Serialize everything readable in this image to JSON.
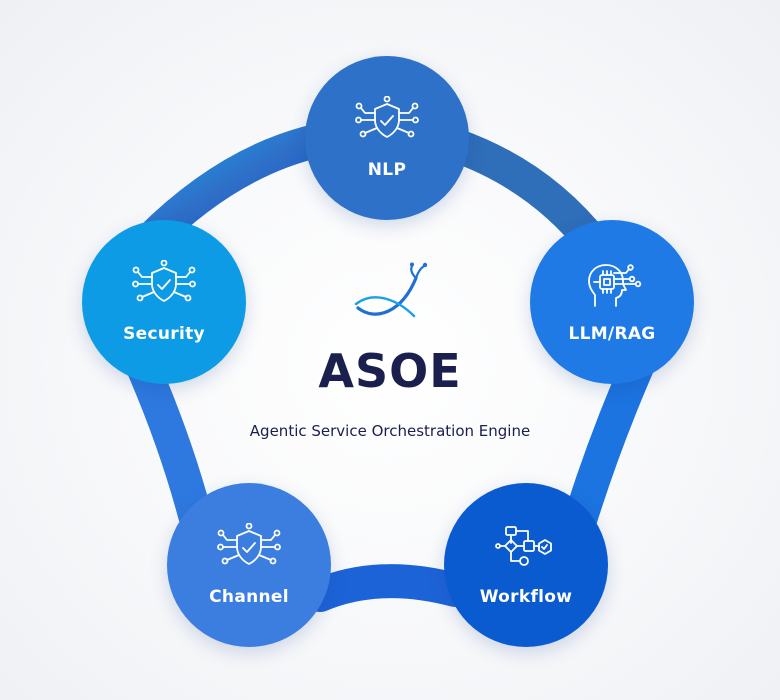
{
  "center": {
    "title": "ASOE",
    "subtitle": "Agentic Service Orchestration Engine"
  },
  "nodes": [
    {
      "id": "nlp",
      "label": "NLP",
      "icon": "shield-network-icon",
      "color": "#2d72c8"
    },
    {
      "id": "llm",
      "label": "LLM/RAG",
      "icon": "ai-head-chip-icon",
      "color": "#1f7ae6"
    },
    {
      "id": "workflow",
      "label": "Workflow",
      "icon": "workflow-flowchart-icon",
      "color": "#0a5bd0"
    },
    {
      "id": "channel",
      "label": "Channel",
      "icon": "shield-network-icon",
      "color": "#3b7ee0"
    },
    {
      "id": "security",
      "label": "Security",
      "icon": "shield-network-icon",
      "color": "#0e9be6"
    }
  ],
  "colors": {
    "title": "#1b1f4e",
    "ring_light": "#18a3ea",
    "ring_mid": "#2f6fc8",
    "ring_dark": "#0f56c9",
    "logo": "#1f6fd6"
  }
}
